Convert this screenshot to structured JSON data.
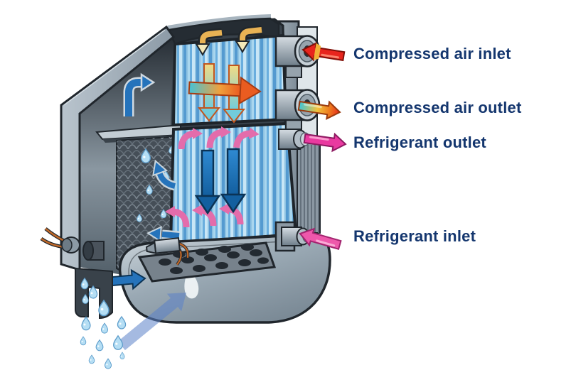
{
  "diagram": {
    "subject": "refrigerated-air-dryer-heat-exchanger-cutaway",
    "labels": [
      {
        "id": "compressed-air-inlet",
        "text": "Compressed air inlet"
      },
      {
        "id": "compressed-air-outlet",
        "text": "Compressed air outlet"
      },
      {
        "id": "refrigerant-outlet",
        "text": "Refrigerant outlet"
      },
      {
        "id": "refrigerant-inlet",
        "text": "Refrigerant inlet"
      }
    ],
    "colors": {
      "label_text": "#14366e",
      "air_inlet_arrow": "#e8251d",
      "air_inlet_arrow_collar": "#f2b137",
      "air_outlet_arrow_gradient_start": "#3ec5d8",
      "air_outlet_arrow_gradient_mid": "#f2c23c",
      "air_outlet_arrow_gradient_end": "#e8251d",
      "refrigerant_outlet_arrow": "#e93aa0",
      "refrigerant_inlet_arrow": "#ee58ab",
      "cold_air_flow_arrow": "#2573bb",
      "warm_air_hook_arrow": "#e8b254",
      "refrigerant_internal_arrow": "#e36cab",
      "panel_stripe_blue": "#549ad0",
      "case_gray": "#9aa8b4",
      "condensate_drop": "#b5def4"
    },
    "flow_icons": [
      "warm-air-hook-arrows-down",
      "air-cooling-gradient-arrows-down",
      "cross-flow-gradient-arrow-right",
      "refrigerant-hook-arrows-pink",
      "cold-air-arrows-blue-down",
      "cold-air-bent-arrow-up-right",
      "condensate-mesh-arrows-blue",
      "condensate-drain-droplets",
      "air-exit-translucent-arrow-down-left"
    ]
  }
}
